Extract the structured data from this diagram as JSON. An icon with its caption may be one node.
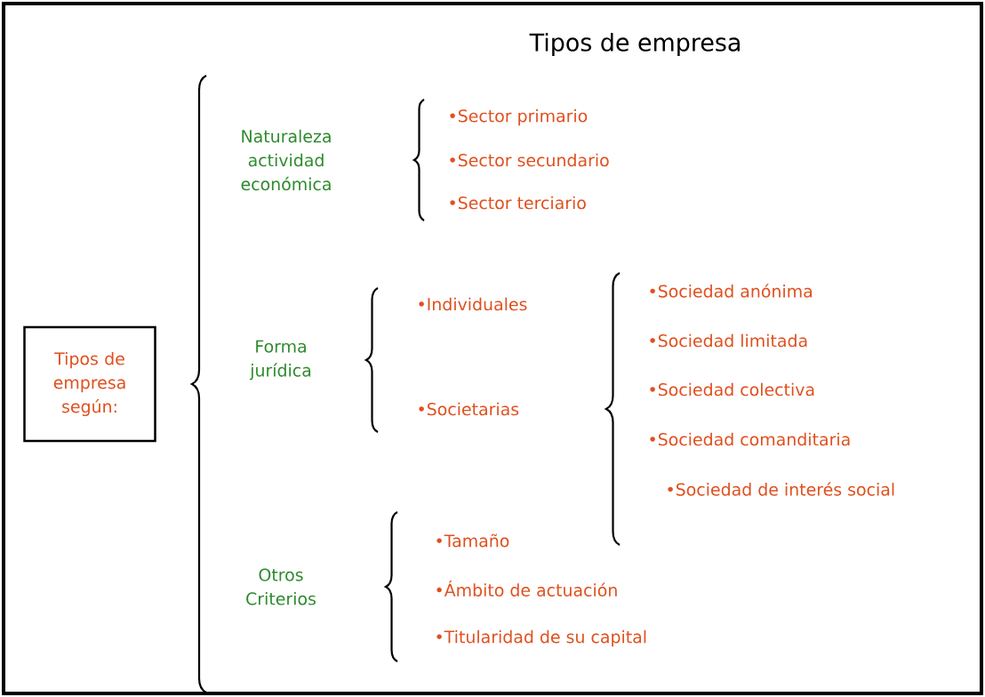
{
  "diagram": {
    "title": "Tipos de empresa",
    "nodes": [
      {
        "text": [
          "Tipos de empresa según:"
        ]
      }
    ],
    "labels": [
      "Naturaleza actividad económica",
      "•Sector primario",
      "•Sector secundario",
      "•Sector terciario",
      "Forma jurídica",
      "•Individuales",
      "•Societarias",
      "•Sociedad anónima",
      "•Sociedad limitada",
      "•Sociedad colectiva",
      "•Sociedad comanditaria",
      "•Sociedad de interés social",
      "Otros Criterios",
      "•Tamaño",
      "•Ámbito de actuación",
      "•Titularidad de su capital"
    ]
  }
}
